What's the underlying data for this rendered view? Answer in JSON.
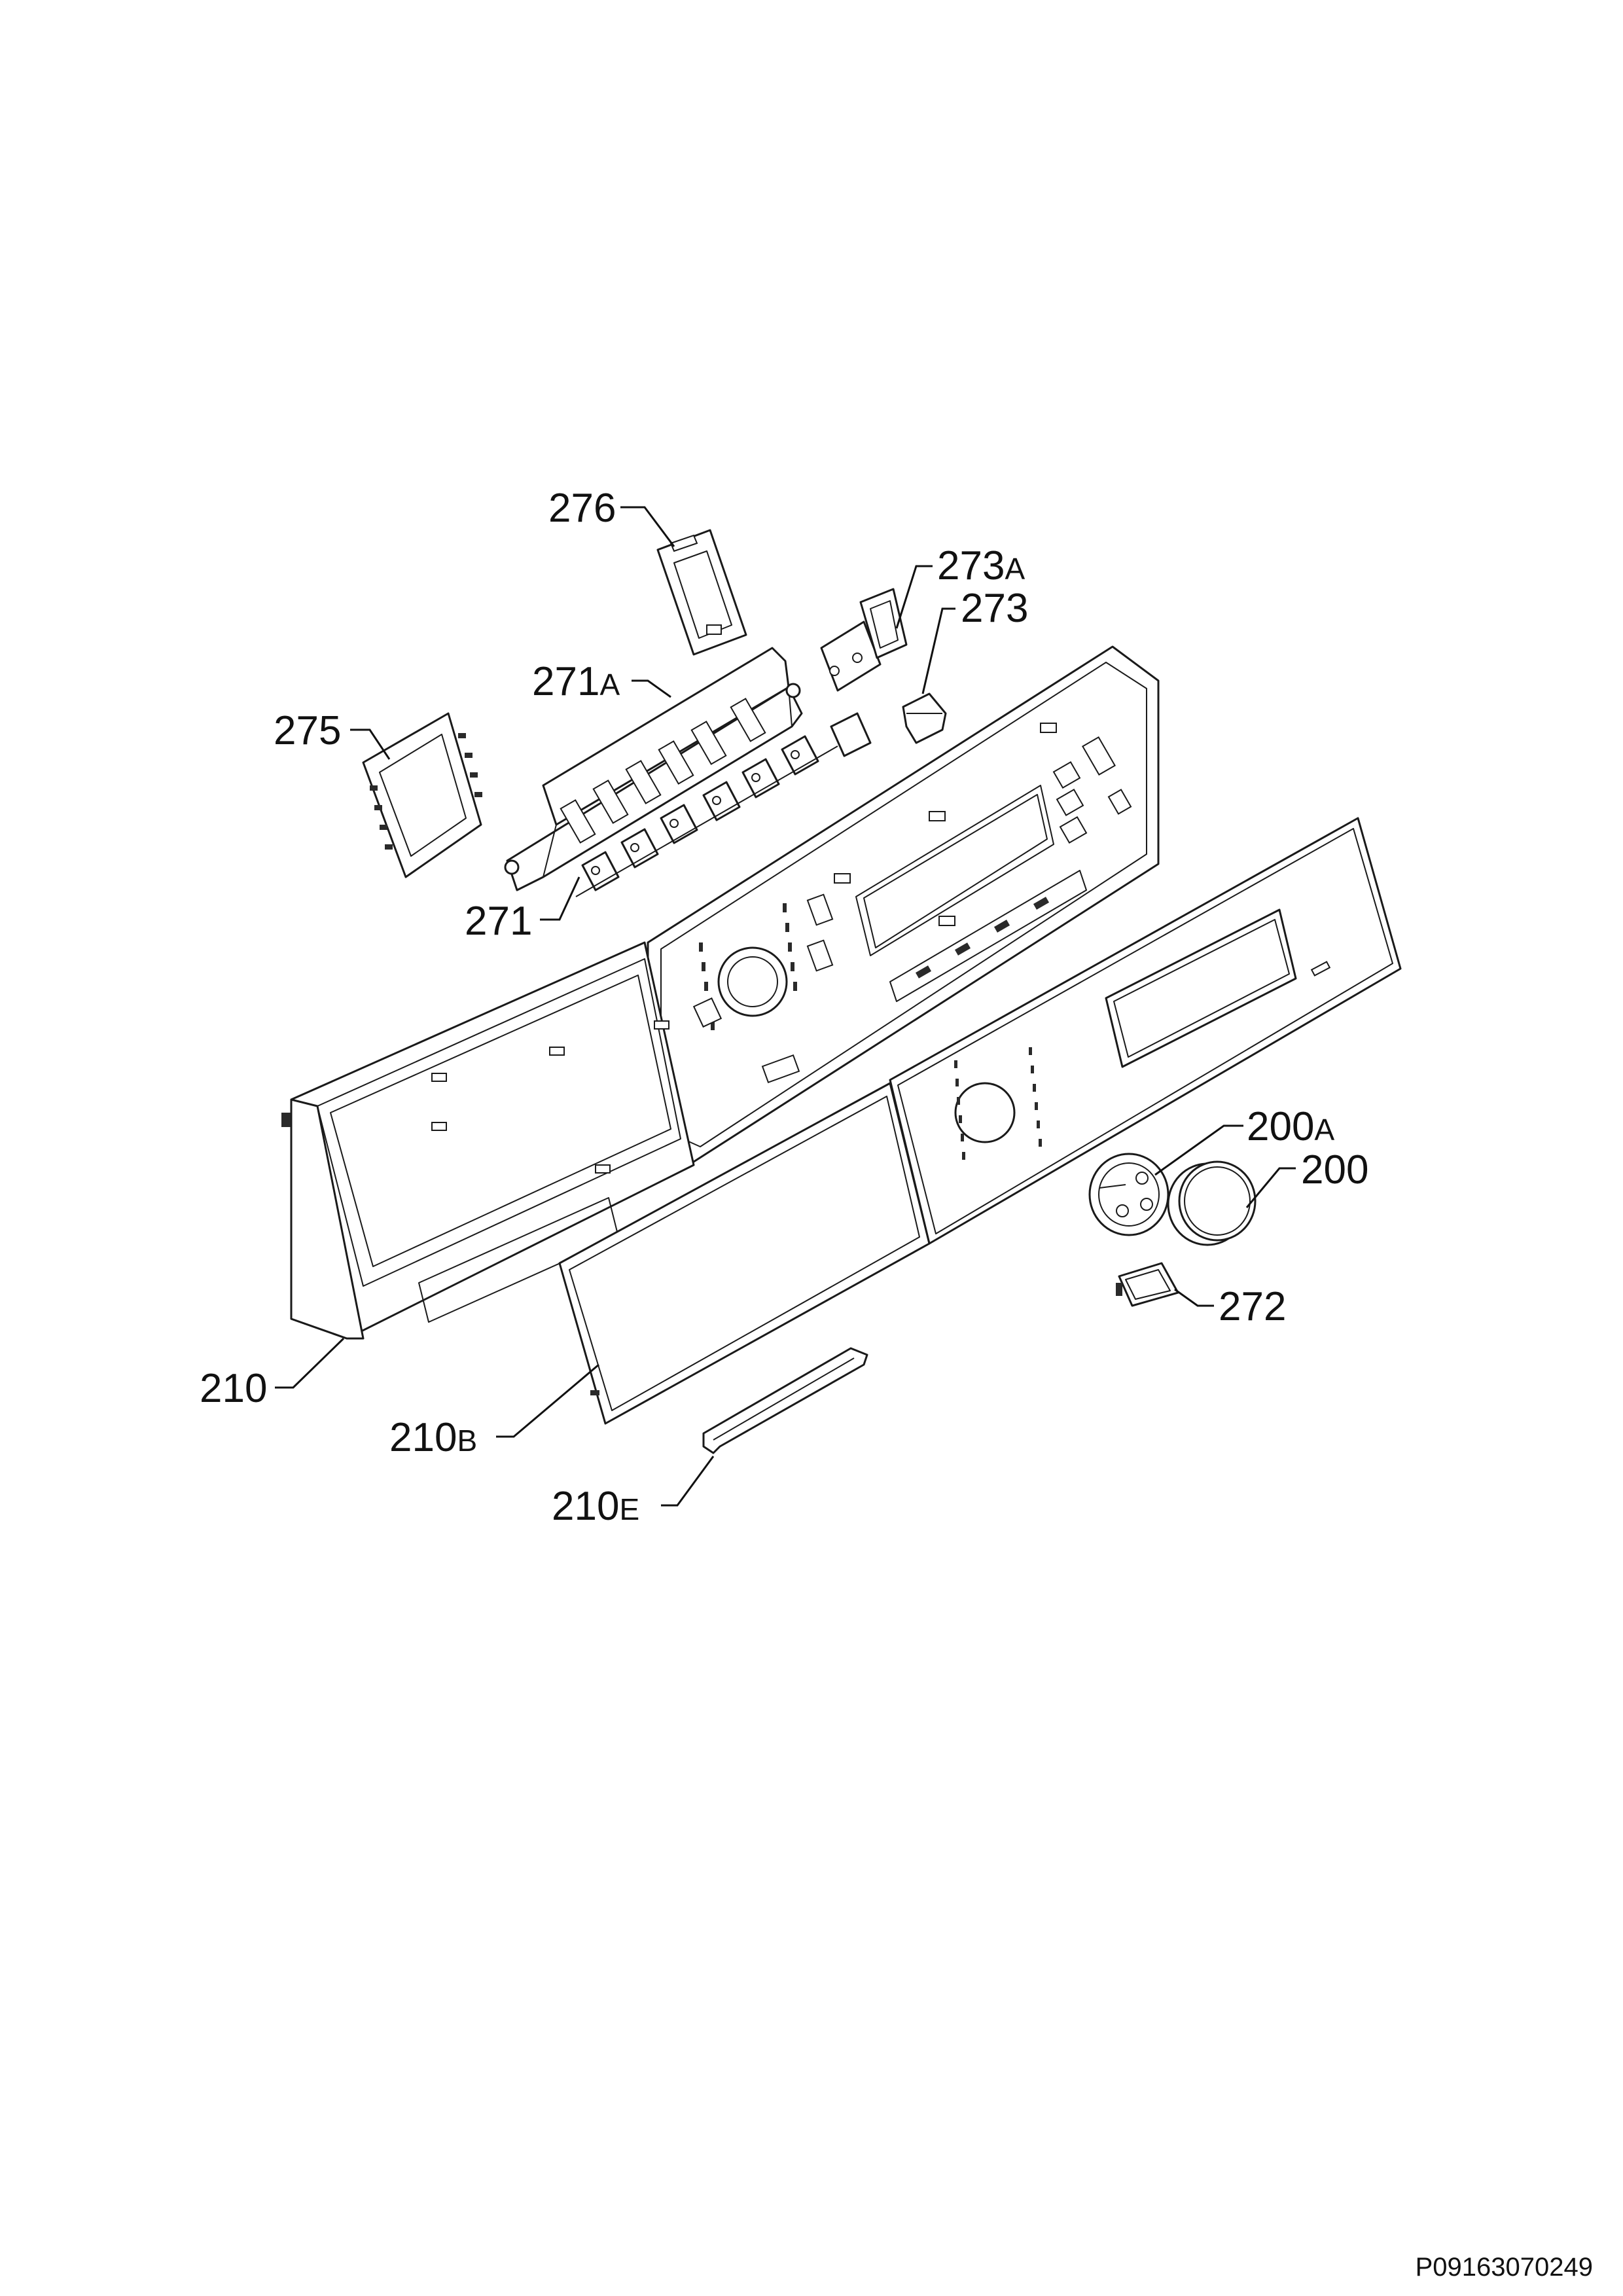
{
  "diagram": {
    "document_code": "P09163070249",
    "callouts": [
      {
        "id": "276",
        "number": "276",
        "suffix": ""
      },
      {
        "id": "273a",
        "number": "273",
        "suffix": "A"
      },
      {
        "id": "273",
        "number": "273",
        "suffix": ""
      },
      {
        "id": "271a",
        "number": "271",
        "suffix": "A"
      },
      {
        "id": "275",
        "number": "275",
        "suffix": ""
      },
      {
        "id": "271",
        "number": "271",
        "suffix": ""
      },
      {
        "id": "200a",
        "number": "200",
        "suffix": "A"
      },
      {
        "id": "200",
        "number": "200",
        "suffix": ""
      },
      {
        "id": "272",
        "number": "272",
        "suffix": ""
      },
      {
        "id": "210",
        "number": "210",
        "suffix": ""
      },
      {
        "id": "210b",
        "number": "210",
        "suffix": "B"
      },
      {
        "id": "210e",
        "number": "210",
        "suffix": "E"
      }
    ]
  }
}
